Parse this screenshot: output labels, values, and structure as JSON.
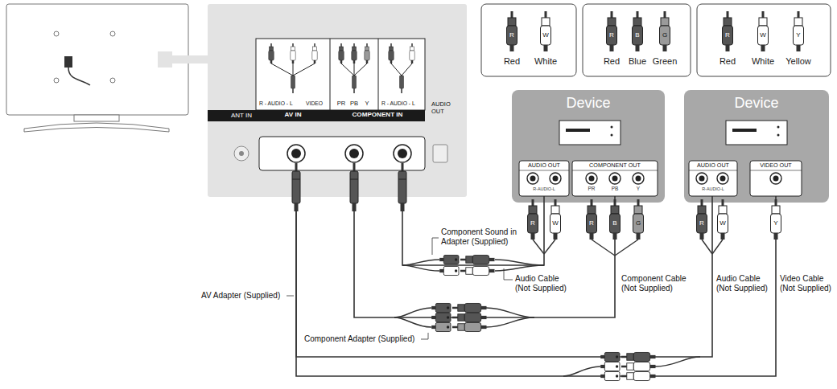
{
  "diagram": {
    "nodes": [
      {
        "text": [
          "R - AUDIO - L",
          "VIDEO",
          "AV IN"
        ]
      },
      {
        "text": [
          "PR",
          "PB",
          "Y",
          "R - AUDIO - L",
          "COMPONENT IN"
        ]
      },
      {
        "text": [
          "Device"
        ]
      },
      {
        "text": [
          "AUDIO OUT",
          "R-AUDIO-L"
        ],
        "in": 2
      },
      {
        "text": [
          "COMPONENT OUT",
          "PR",
          "PB",
          "Y"
        ],
        "in": 2
      },
      {
        "text": [
          "Device"
        ]
      },
      {
        "text": [
          "AUDIO OUT",
          "R-AUDIO-L"
        ],
        "in": 5
      },
      {
        "text": [
          "VIDEO OUT"
        ],
        "in": 5
      }
    ],
    "edges": [
      {
        "from": 3,
        "to": 1,
        "arrow": "none"
      },
      {
        "from": 4,
        "to": 1,
        "arrow": "none"
      },
      {
        "from": 6,
        "to": 0,
        "arrow": "none"
      },
      {
        "from": 7,
        "to": 0,
        "arrow": "none"
      }
    ],
    "labels": [
      "ANT IN",
      "AUDIO OUT",
      "Component Sound in Adapter (Supplied)",
      "Audio Cable (Not Supplied)",
      "Component Cable (Not Supplied)",
      "Audio Cable (Not Supplied)",
      "Video Cable (Not Supplied)",
      "AV Adapter (Supplied)",
      "Component Adapter (Supplied)",
      "R",
      "W",
      "R",
      "B",
      "G",
      "R",
      "W",
      "Y",
      "R",
      "W",
      "R",
      "B",
      "G",
      "R",
      "W",
      "Y"
    ],
    "legend": [
      {
        "text": "Red"
      },
      {
        "text": "White"
      },
      {
        "text": "Red"
      },
      {
        "text": "Blue"
      },
      {
        "text": "Green"
      },
      {
        "text": "Red"
      },
      {
        "text": "White"
      },
      {
        "text": "Yellow"
      }
    ]
  }
}
